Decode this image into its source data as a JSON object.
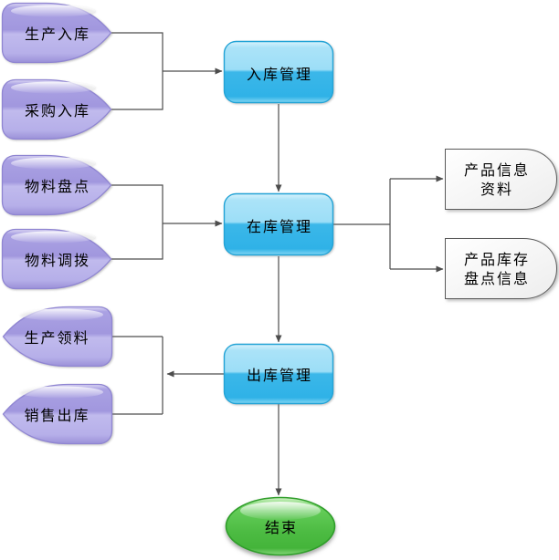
{
  "nodes": {
    "production_in": {
      "label": "生产入库"
    },
    "purchase_in": {
      "label": "采购入库"
    },
    "material_count": {
      "label": "物料盘点"
    },
    "material_transfer": {
      "label": "物料调拨"
    },
    "production_pick": {
      "label": "生产领料"
    },
    "sales_out": {
      "label": "销售出库"
    },
    "inbound_mgmt": {
      "label": "入库管理"
    },
    "instock_mgmt": {
      "label": "在库管理"
    },
    "outbound_mgmt": {
      "label": "出库管理"
    },
    "product_info": {
      "line1": "产品信息",
      "line2": "资料"
    },
    "product_stock": {
      "line1": "产品库存",
      "line2": "盘点信息"
    },
    "end": {
      "label": "结束"
    }
  },
  "edges": [
    {
      "from": "生产入库",
      "to": "入库管理"
    },
    {
      "from": "采购入库",
      "to": "入库管理"
    },
    {
      "from": "入库管理",
      "to": "在库管理"
    },
    {
      "from": "物料盘点",
      "to": "在库管理"
    },
    {
      "from": "物料调拨",
      "to": "在库管理"
    },
    {
      "from": "在库管理",
      "to": "产品信息资料"
    },
    {
      "from": "在库管理",
      "to": "产品库存盘点信息"
    },
    {
      "from": "在库管理",
      "to": "出库管理"
    },
    {
      "from": "出库管理",
      "to": "生产领料"
    },
    {
      "from": "出库管理",
      "to": "销售出库"
    },
    {
      "from": "出库管理",
      "to": "结束"
    }
  ],
  "colors": {
    "purple_fill": "#a9a0e2",
    "purple_border": "#8f85d2",
    "blue_fill": "#3bb7e9",
    "blue_border": "#22a3d6",
    "green_fill": "#52bf49",
    "green_border": "#2f9e2a",
    "doc_fill": "#fafafa",
    "doc_border": "#5a5a5a",
    "connector": "#4d4d4d",
    "text": "#000000",
    "canvas": "#ffffff"
  }
}
